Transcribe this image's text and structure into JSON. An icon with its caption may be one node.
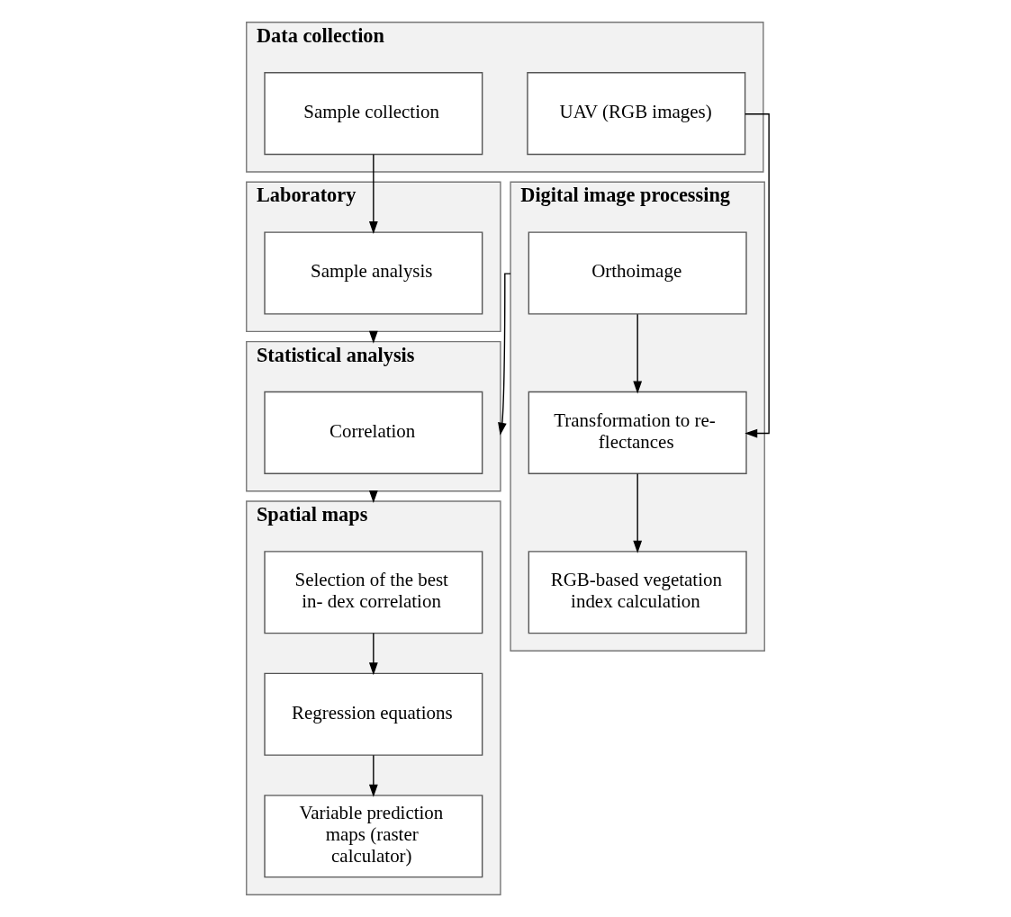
{
  "diagram": {
    "nodes": [
      {
        "text": [
          "Data collection"
        ]
      },
      {
        "text": [
          "Sample collection"
        ],
        "in": 0
      },
      {
        "text": [
          "UAV (RGB images)"
        ],
        "in": 0
      },
      {
        "text": [
          "Digital image processing"
        ]
      },
      {
        "text": [
          "Orthoimage"
        ],
        "in": 3
      },
      {
        "text": [
          "Transformation to re- flectances"
        ],
        "in": 3
      },
      {
        "text": [
          "RGB-based vegetation index calculation"
        ],
        "in": 3
      },
      {
        "text": [
          "Laboratory"
        ]
      },
      {
        "text": [
          "Sample analysis"
        ],
        "in": 7
      },
      {
        "text": [
          "Statistical analysis"
        ]
      },
      {
        "text": [
          "Correlation"
        ],
        "in": 9
      },
      {
        "text": [
          "Spatial maps"
        ]
      },
      {
        "text": [
          "Selection of the best in- dex correlation"
        ],
        "in": 11
      },
      {
        "text": [
          "Regression equations"
        ],
        "in": 11
      },
      {
        "text": [
          "Variable prediction maps (raster calculator)"
        ],
        "in": 11
      }
    ],
    "edges": [
      {
        "from": 1,
        "to": 8,
        "arrow": "to"
      },
      {
        "from": 2,
        "to": 5,
        "arrow": "to"
      },
      {
        "from": 4,
        "to": 5,
        "arrow": "to"
      },
      {
        "from": 5,
        "to": 6,
        "arrow": "to"
      },
      {
        "from": 7,
        "to": 9,
        "arrow": "to"
      },
      {
        "from": 3,
        "to": 9,
        "arrow": "to"
      },
      {
        "from": 9,
        "to": 11,
        "arrow": "to"
      },
      {
        "from": 12,
        "to": 13,
        "arrow": "to"
      },
      {
        "from": 13,
        "to": 14,
        "arrow": "to"
      }
    ]
  }
}
